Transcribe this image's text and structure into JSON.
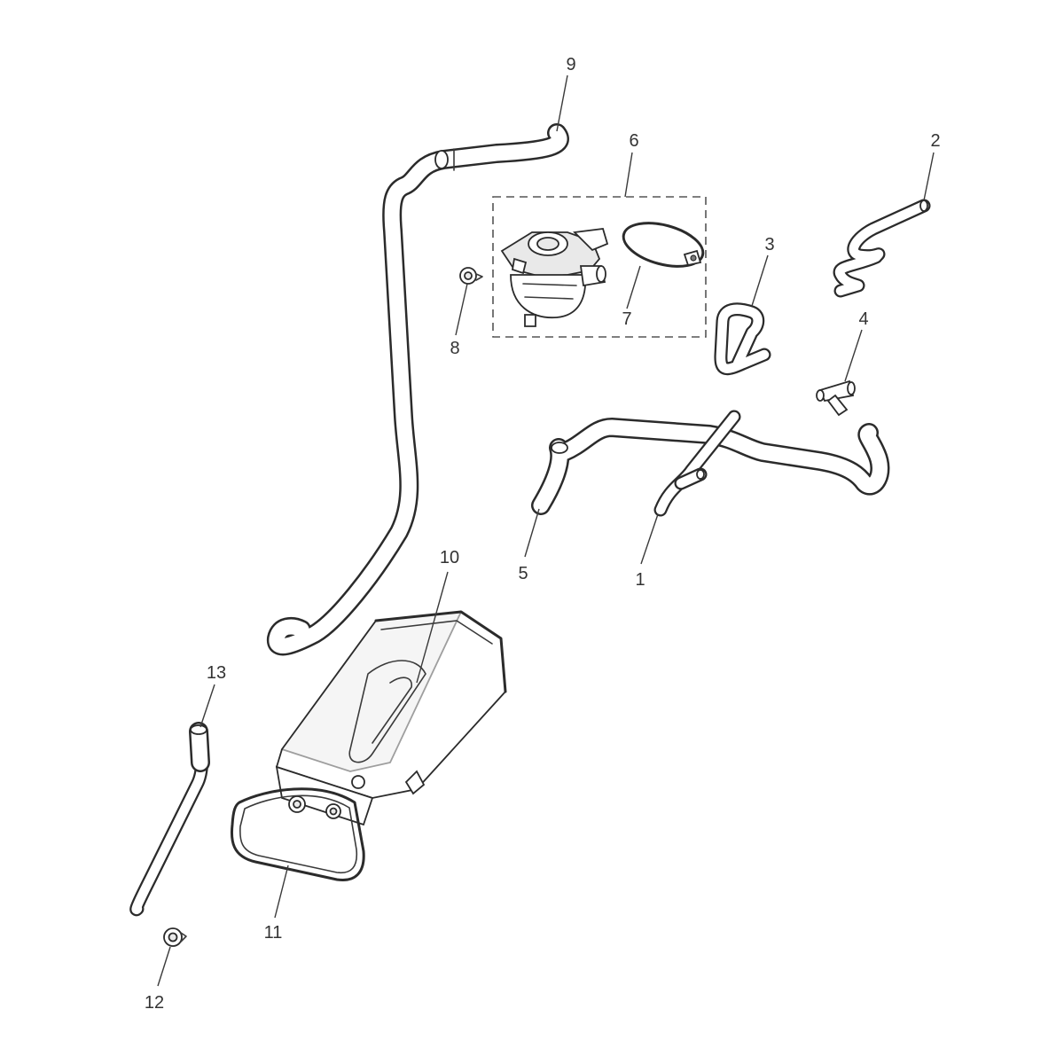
{
  "diagram": {
    "callouts": [
      {
        "id": "c1",
        "label": "1"
      },
      {
        "id": "c2",
        "label": "2"
      },
      {
        "id": "c3",
        "label": "3"
      },
      {
        "id": "c4",
        "label": "4"
      },
      {
        "id": "c5",
        "label": "5"
      },
      {
        "id": "c6",
        "label": "6"
      },
      {
        "id": "c7",
        "label": "7"
      },
      {
        "id": "c8",
        "label": "8"
      },
      {
        "id": "c9",
        "label": "9"
      },
      {
        "id": "c10",
        "label": "10"
      },
      {
        "id": "c11",
        "label": "11"
      },
      {
        "id": "c12",
        "label": "12"
      },
      {
        "id": "c13",
        "label": "13"
      }
    ],
    "colors": {
      "line": "#2b2b2b",
      "background": "#ffffff",
      "shade": "#e9e9e9"
    }
  }
}
